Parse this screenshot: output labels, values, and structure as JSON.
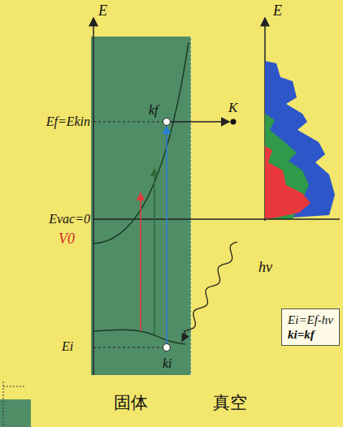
{
  "diagram": {
    "nodes": [
      {
        "text": [
          "Ei=Ef-hν",
          "ki=kf"
        ]
      }
    ],
    "labels": [
      "E",
      "E",
      "Ef=Ekin",
      "kf",
      "K",
      "Evac=0",
      "V0",
      "hν",
      "Ei",
      "ki",
      "固体",
      "真空"
    ]
  }
}
